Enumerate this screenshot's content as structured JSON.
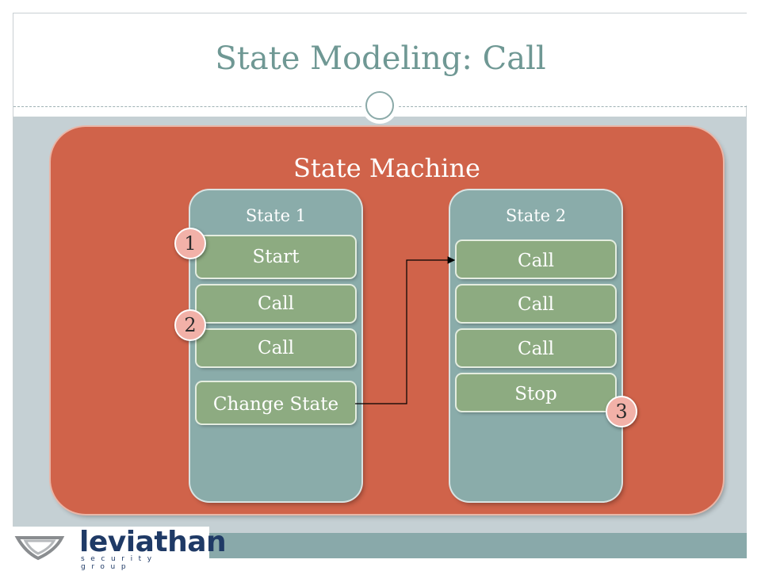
{
  "slide": {
    "title": "State Modeling: Call"
  },
  "diagram": {
    "container_label": "State Machine",
    "states": [
      {
        "label": "State 1",
        "items": [
          "Start",
          "Call",
          "Call",
          "Change State"
        ]
      },
      {
        "label": "State 2",
        "items": [
          "Call",
          "Call",
          "Call",
          "Stop"
        ]
      }
    ],
    "badges": [
      "1",
      "2",
      "3"
    ],
    "connector": {
      "from": "Change State",
      "to": "State 2 / Call"
    }
  },
  "logo": {
    "name": "leviathan",
    "tagline": "security group"
  },
  "colors": {
    "title_text": "#6f9894",
    "state_machine_fill": "#d0634a",
    "state_column_fill": "#8aacaa",
    "state_item_fill": "#8dab81",
    "badge_fill": "#f2b1a8",
    "logo_blue": "#1f3a66"
  }
}
